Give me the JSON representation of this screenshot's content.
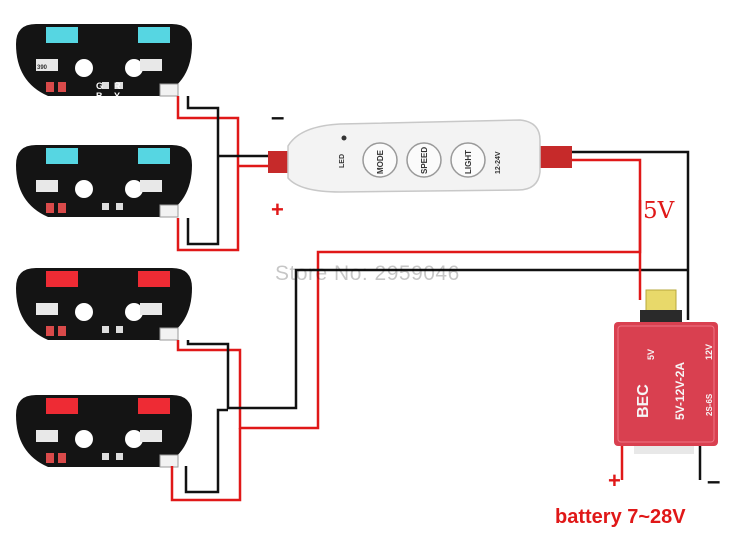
{
  "labels": {
    "minus_top": "–",
    "plus_mid": "+",
    "five_v": "5V",
    "battery_plus": "+",
    "battery_minus": "–",
    "battery": "battery 7~28V",
    "watermark": "Store No: 2959046"
  },
  "controller": {
    "led_label": "LED",
    "voltage_label": "12-24V",
    "buttons": [
      "MODE",
      "SPEED",
      "LIGHT"
    ]
  },
  "bec": {
    "title": "BEC",
    "model": "5V-12V-2A",
    "v5": "5V",
    "v12": "12V",
    "cells": "2S-6S"
  },
  "board": {
    "pads": [
      "G",
      "R",
      "B",
      "Y"
    ],
    "chip_text": "390"
  },
  "colors": {
    "red_wire": "#e01818",
    "black_wire": "#111111",
    "blue_led": "#56d6e2",
    "red_led": "#ee2b34",
    "pcb": "#141414",
    "bec_body": "#d94050"
  }
}
